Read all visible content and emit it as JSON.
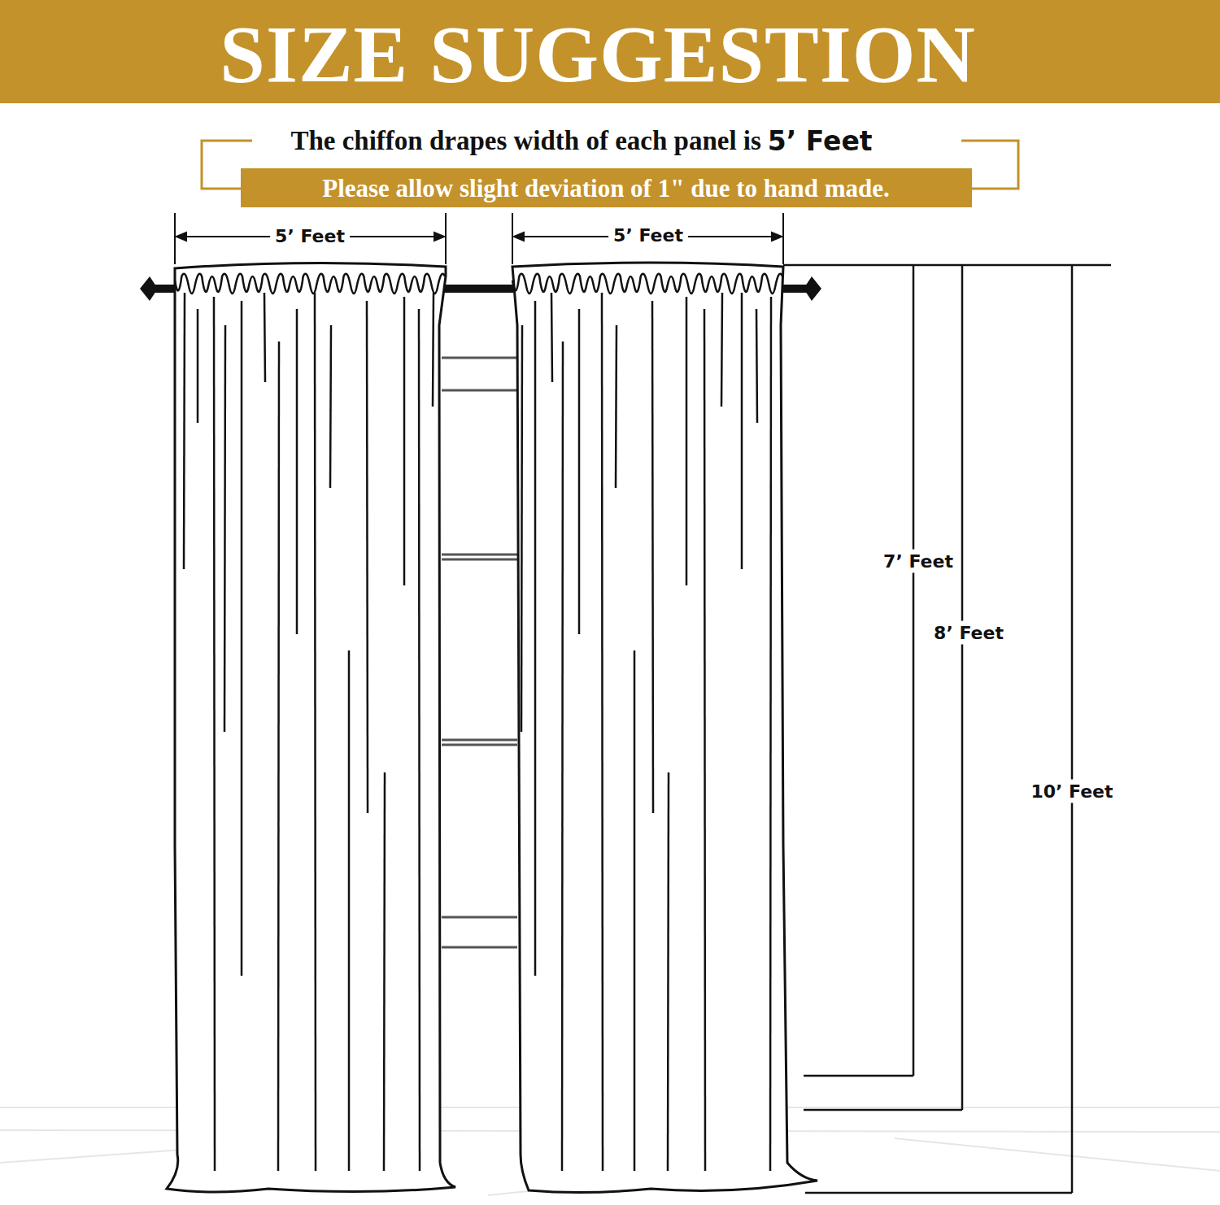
{
  "diagram": {
    "title": "SIZE SUGGESTION",
    "nodes": [
      {
        "text": [
          "Please allow slight deviation of 1\" due to hand made."
        ]
      }
    ],
    "labels": [
      "The chiffon drapes width of each panel is",
      "5’ Feet",
      "5’ Feet",
      "5’ Feet",
      "7’ Feet",
      "8’ Feet",
      "10’ Feet"
    ]
  }
}
